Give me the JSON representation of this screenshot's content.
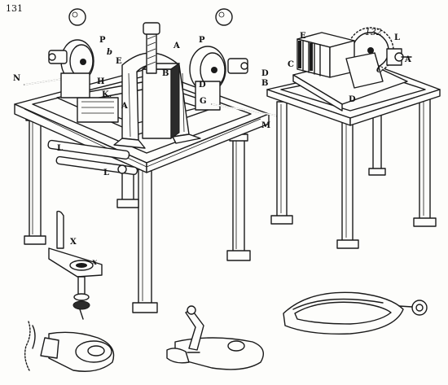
{
  "figures": {
    "fig131": "131",
    "fig132": "132"
  },
  "labels": {
    "P_left": "P",
    "b": "b",
    "E_left": "E",
    "A_top": "A",
    "P_right": "P",
    "N": "N",
    "H": "H",
    "B_mid": "B",
    "D_mid": "D",
    "K": "K.",
    "A_low": "A",
    "G": "G",
    "M": "M",
    "L_1": "L",
    "L_2": "L",
    "E_right": "E",
    "L_right": "L",
    "A_right": "A",
    "C_1": "C",
    "C_2": "C",
    "D_r1": "D",
    "B_r1": "B",
    "D_r2": "D",
    "X": "X",
    "x": "x"
  }
}
